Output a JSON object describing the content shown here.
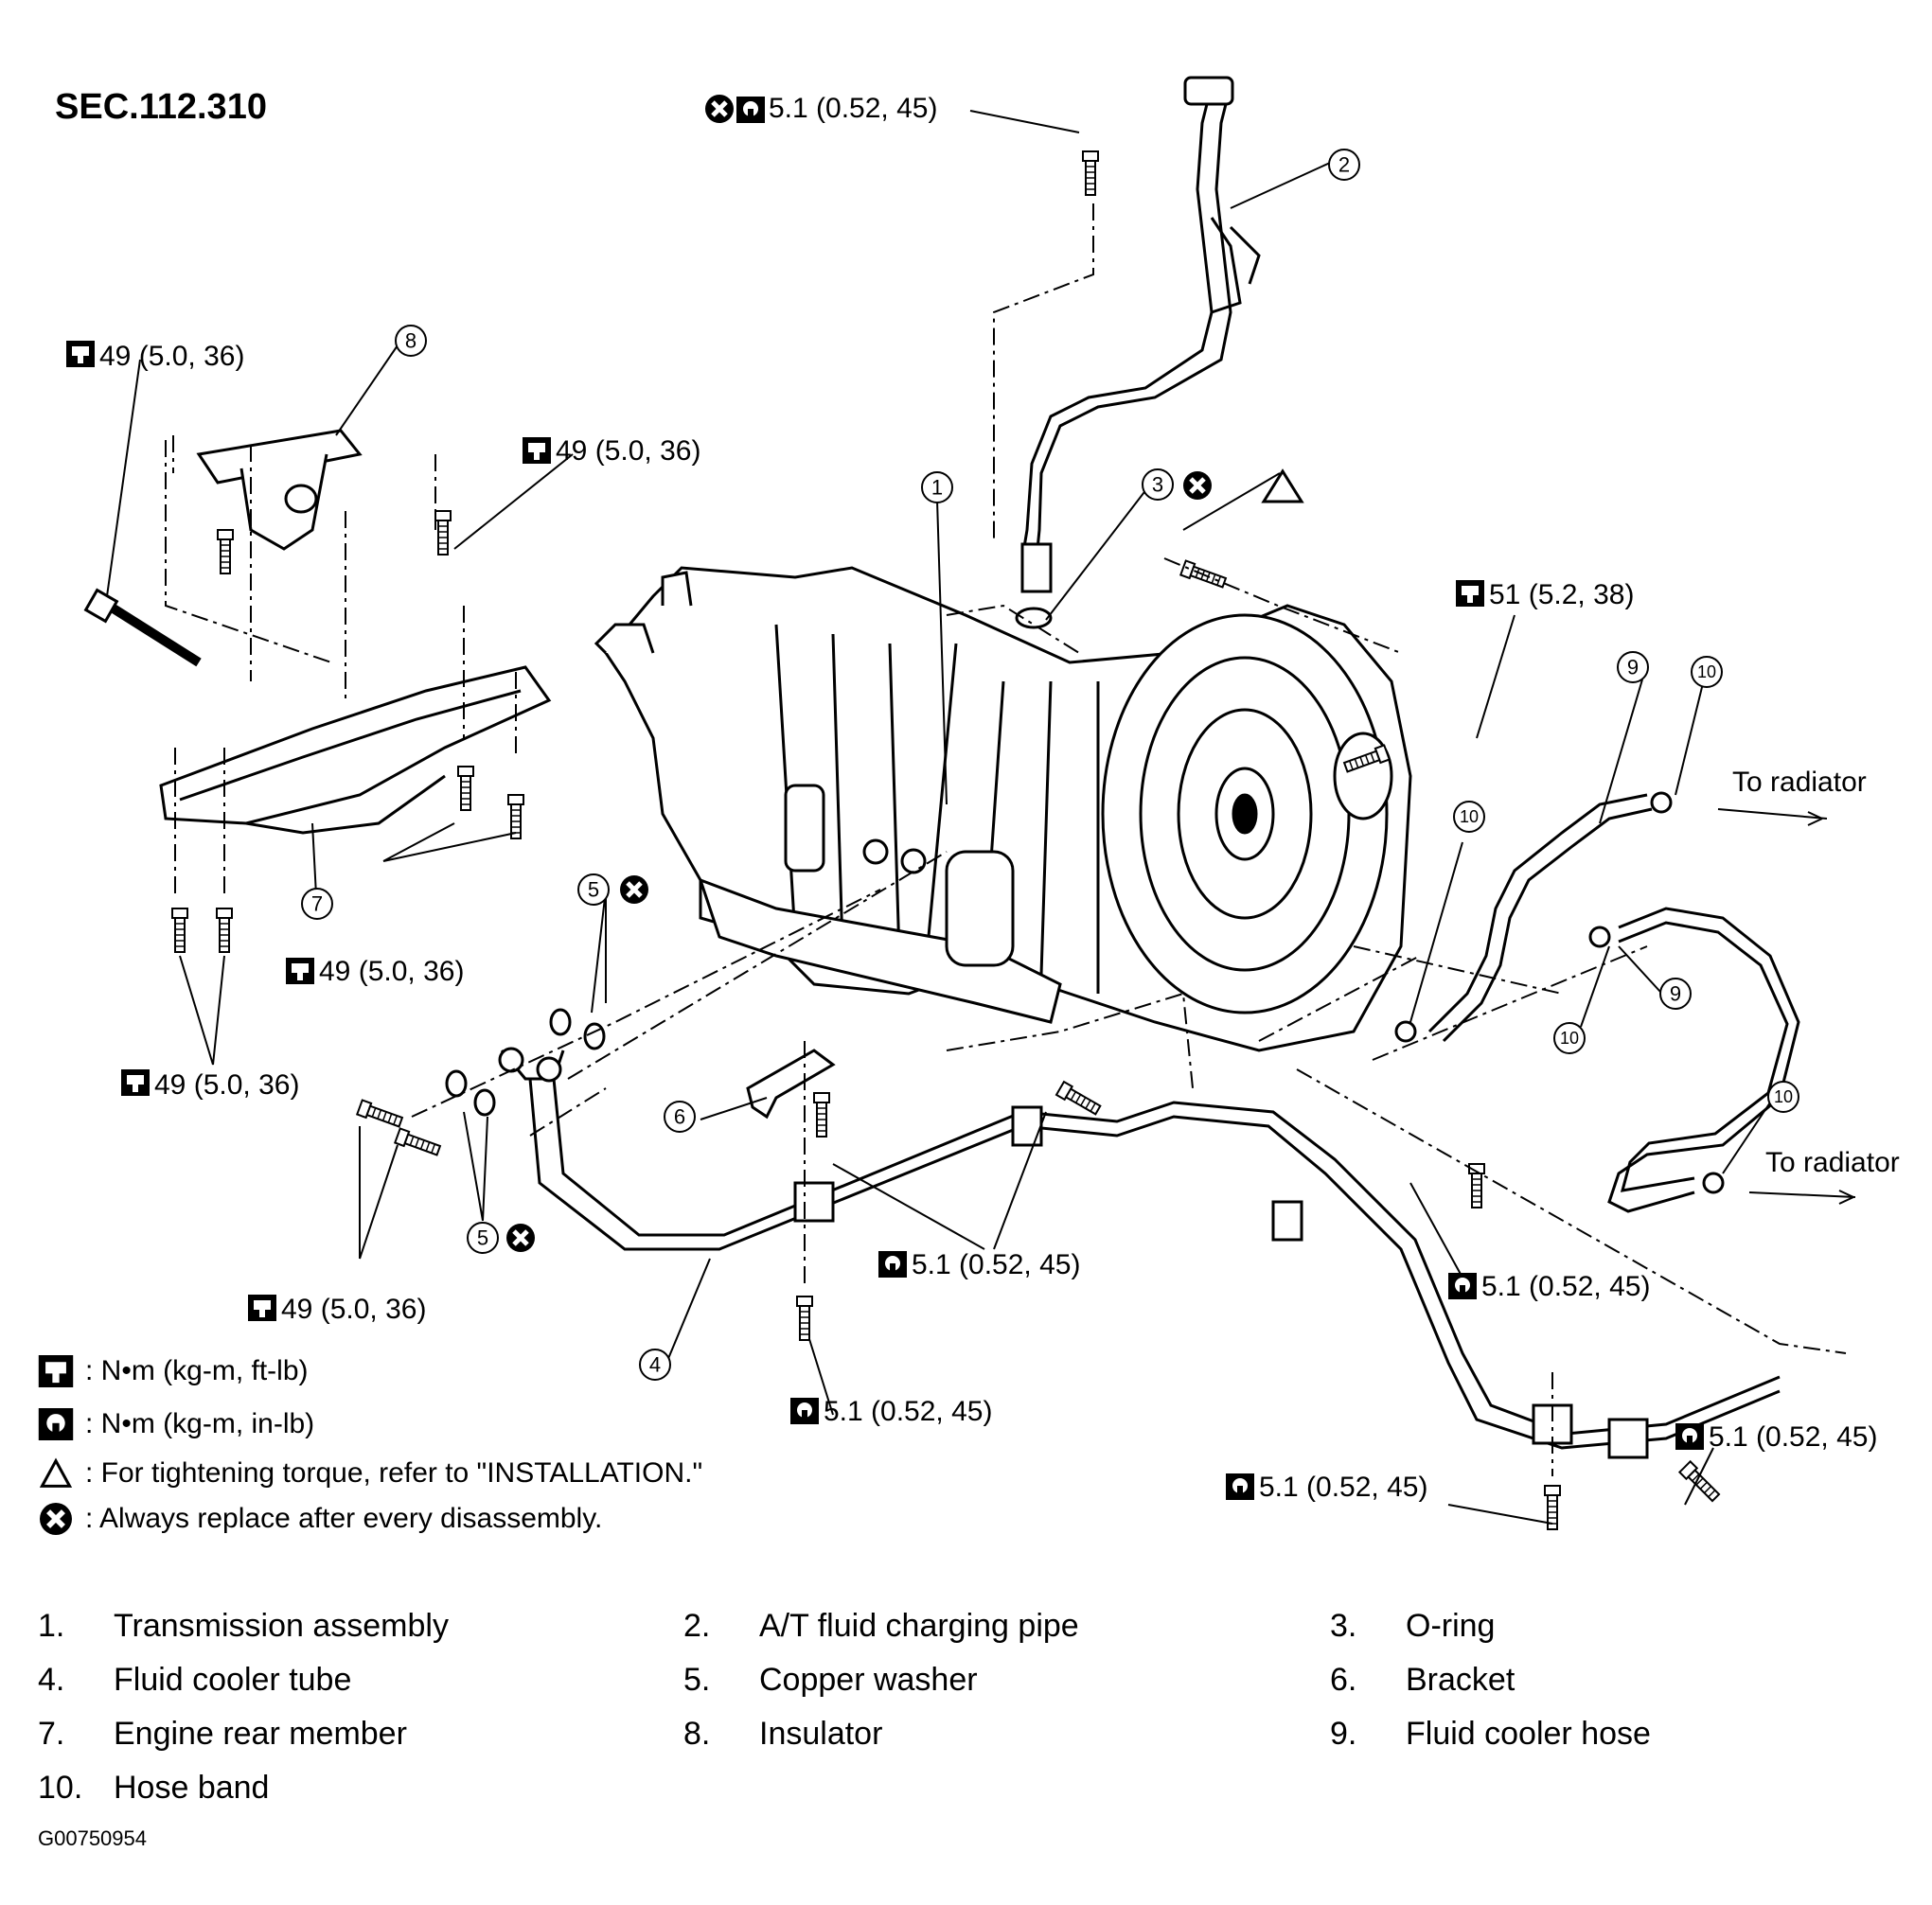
{
  "section": "SEC.112.310",
  "figure_code": "G00750954",
  "torque": {
    "t_top": "5.1 (0.52, 45)",
    "t_insulator_left": "49 (5.0, 36)",
    "t_insulator_right": "49 (5.0, 36)",
    "t_51": "51 (5.2, 38)",
    "t_member_right": "49 (5.0, 36)",
    "t_member_left": "49 (5.0, 36)",
    "t_tube_bolts": "49 (5.0, 36)",
    "t_bracket_mid": "5.1 (0.52, 45)",
    "t_bracket_bottom": "5.1 (0.52, 45)",
    "t_clamp_right": "5.1 (0.52, 45)",
    "t_clamp_far_right": "5.1 (0.52, 45)",
    "t_clamp_bottom": "5.1 (0.52, 45)"
  },
  "callouts": [
    "1",
    "2",
    "3",
    "4",
    "5",
    "6",
    "7",
    "8",
    "9",
    "10"
  ],
  "to_radiator": "To radiator",
  "legend": {
    "nm_ftlb": ": N•m (kg-m, ft-lb)",
    "nm_inlb": ": N•m (kg-m, in-lb)",
    "triangle": ": For tightening torque, refer to \"INSTALLATION.\"",
    "replace": ": Always replace after every disassembly."
  },
  "parts": [
    {
      "num": "1.",
      "name": "Transmission assembly"
    },
    {
      "num": "2.",
      "name": "A/T fluid charging pipe"
    },
    {
      "num": "3.",
      "name": "O-ring"
    },
    {
      "num": "4.",
      "name": "Fluid cooler tube"
    },
    {
      "num": "5.",
      "name": "Copper washer"
    },
    {
      "num": "6.",
      "name": "Bracket"
    },
    {
      "num": "7.",
      "name": "Engine rear member"
    },
    {
      "num": "8.",
      "name": "Insulator"
    },
    {
      "num": "9.",
      "name": "Fluid cooler hose"
    },
    {
      "num": "10.",
      "name": "Hose band"
    }
  ]
}
